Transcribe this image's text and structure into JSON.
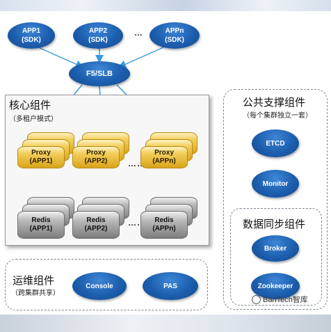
{
  "apps": [
    {
      "name": "APP1",
      "sub": "(SDK)"
    },
    {
      "name": "APP2",
      "sub": "(SDK)"
    },
    {
      "name": "APPn",
      "sub": "(SDK)"
    }
  ],
  "apps_ellipsis": "…",
  "lb": {
    "label": "F5/SLB"
  },
  "core": {
    "title": "核心组件",
    "subtitle": "（多租户模式）",
    "proxies": [
      {
        "name": "Proxy",
        "sub": "(APP1)"
      },
      {
        "name": "Proxy",
        "sub": "(APP2)"
      },
      {
        "name": "Proxy",
        "sub": "(APPn)"
      }
    ],
    "redis": [
      {
        "name": "Redis",
        "sub": "(APP1)"
      },
      {
        "name": "Redis",
        "sub": "(APP2)"
      },
      {
        "name": "Redis",
        "sub": "(APPn)"
      }
    ],
    "ellipsis": "……"
  },
  "support": {
    "title": "公共支撑组件",
    "subtitle": "（每个集群独立一套）",
    "items": [
      "ETCD",
      "Monitor"
    ]
  },
  "sync": {
    "title": "数据同步组件",
    "items": [
      "Broker",
      "Zookeeper"
    ]
  },
  "ops": {
    "title": "运维组件",
    "subtitle": "（跨集群共享）",
    "items": [
      "Console",
      "PAS"
    ]
  },
  "watermark": "BanTech智库",
  "colors": {
    "oval_blue": "#1c5eae",
    "proxy_gold": "#e8b93a",
    "redis_gray": "#9a9a9a",
    "arrow_blue": "#3a9bd9",
    "arrow_red": "#d42020"
  }
}
